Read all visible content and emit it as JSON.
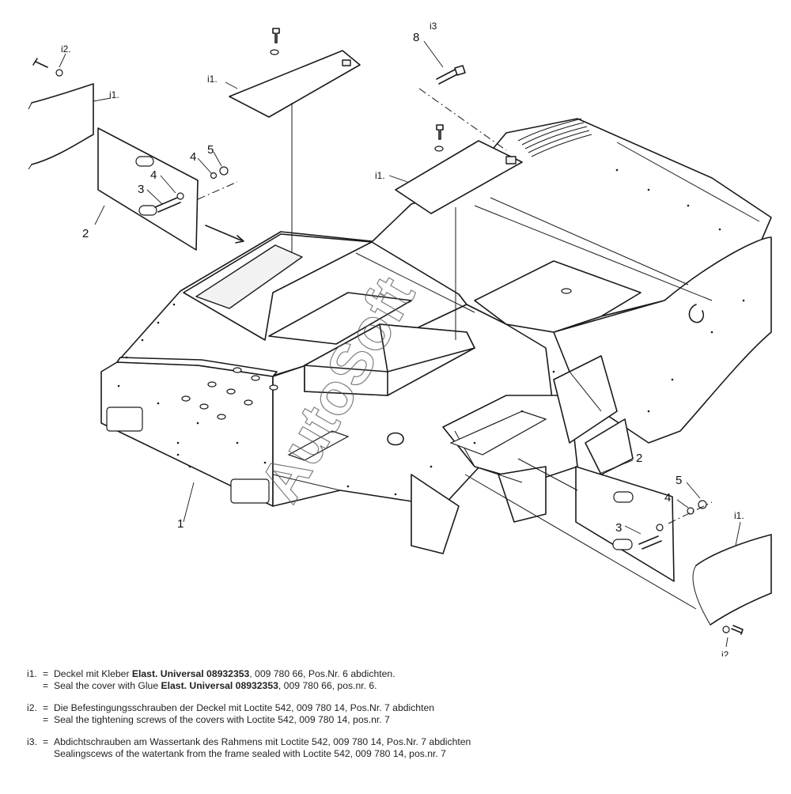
{
  "watermark": "AutoSoft",
  "callouts": {
    "part_1": "1",
    "part_2": "2",
    "part_3": "3",
    "part_4": "4",
    "part_5": "5",
    "part_8": "8",
    "note_i1": "i1.",
    "note_i2": "i2.",
    "note_i3": "i3"
  },
  "notes": [
    {
      "tag": "i1.",
      "de": {
        "pre": "Deckel mit Kleber ",
        "bold": "Elast. Universal 08932353",
        "post": ", 009 780 66, Pos.Nr. 6 abdichten."
      },
      "en": {
        "pre": "Seal the cover with Glue ",
        "bold": "Elast. Universal 08932353",
        "post": ", 009 780 66, pos.nr. 6."
      }
    },
    {
      "tag": "i2.",
      "de": {
        "pre": "Die Befestingungsschrauben der Deckel mit Loctite 542, 009 780 14, Pos.Nr. 7 abdichten"
      },
      "en": {
        "pre": "Seal the tightening screws of the covers with Loctite 542, 009 780 14, pos.nr. 7"
      }
    },
    {
      "tag": "i3.",
      "de": {
        "pre": "Abdichtschrauben am Wassertank des Rahmens mit Loctite 542, 009 780 14, Pos.Nr. 7 abdichten"
      },
      "en": {
        "pre": "Sealingscews of the watertank from the frame sealed with Loctite 542, 009 780 14, pos.nr. 7"
      }
    }
  ]
}
